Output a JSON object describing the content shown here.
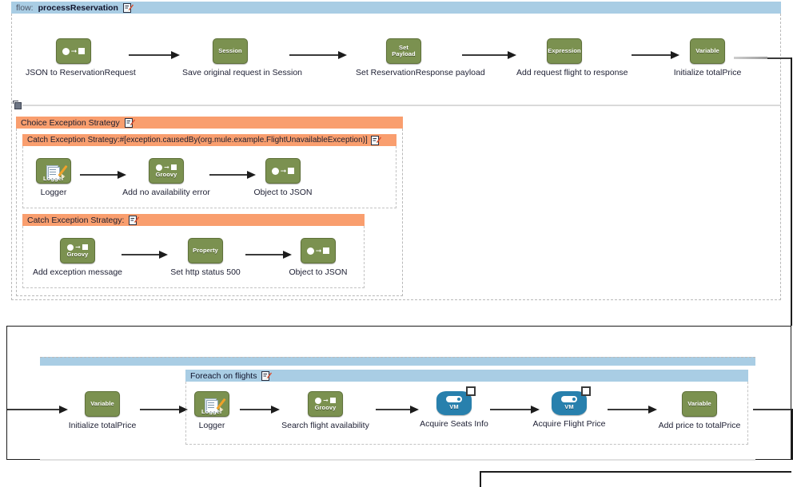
{
  "diagram": {
    "title": "processReservation",
    "flow": {
      "keyword": "flow:",
      "name": "processReservation",
      "edit_icon": "edit-pencil-icon"
    },
    "scopes": {
      "choice_exception_strategy": "Choice Exception Strategy",
      "catch_exception_strategy_1": "Catch Exception Strategy:#[exception.causedBy(org.mule.example.FlightUnavailableException)]",
      "catch_exception_strategy_2": "Catch Exception Strategy:",
      "foreach_on_flights": "Foreach on flights"
    },
    "main_flow": [
      {
        "badge": "",
        "badge2": "",
        "glyph": "transformer",
        "color": "#7b9150",
        "label": "JSON to ReservationRequest"
      },
      {
        "badge": "Session",
        "badge2": "",
        "glyph": "text",
        "color": "#7b9150",
        "label": "Save original request in Session"
      },
      {
        "badge": "Set",
        "badge2": "Payload",
        "glyph": "text",
        "color": "#7b9150",
        "label": "Set ReservationResponse payload"
      },
      {
        "badge": "Expression",
        "badge2": "",
        "glyph": "text",
        "color": "#7b9150",
        "label": "Add request flight to response"
      },
      {
        "badge": "Variable",
        "badge2": "",
        "glyph": "text",
        "color": "#7b9150",
        "label": "Initialize totalPrice"
      }
    ],
    "catch_1_nodes": [
      {
        "badge": "Logger",
        "glyph": "logger",
        "color": "#7b9150",
        "label": "Logger"
      },
      {
        "badge": "Groovy",
        "glyph": "transformer",
        "color": "#7b9150",
        "label": "Add no availability error"
      },
      {
        "badge": "",
        "glyph": "transformer",
        "color": "#7b9150",
        "label": "Object to JSON"
      }
    ],
    "catch_2_nodes": [
      {
        "badge": "Groovy",
        "glyph": "transformer",
        "color": "#7b9150",
        "label": "Add exception message"
      },
      {
        "badge": "Property",
        "glyph": "text",
        "color": "#7b9150",
        "label": "Set http status 500"
      },
      {
        "badge": "",
        "glyph": "transformer",
        "color": "#7b9150",
        "label": "Object to JSON"
      }
    ],
    "row2_nodes": [
      {
        "badge": "Variable",
        "glyph": "text",
        "color": "#7b9150",
        "label": "Initialize totalPrice"
      },
      {
        "badge": "Logger",
        "glyph": "logger",
        "color": "#7b9150",
        "label": "Logger"
      },
      {
        "badge": "Groovy",
        "glyph": "transformer",
        "color": "#7b9150",
        "label": "Search flight availability"
      },
      {
        "badge": "VM",
        "glyph": "vm",
        "color": "#2880ad",
        "label": "Acquire Seats Info"
      },
      {
        "badge": "VM",
        "glyph": "vm",
        "color": "#2880ad",
        "label": "Acquire Flight Price"
      },
      {
        "badge": "Variable",
        "glyph": "text",
        "color": "#7b9150",
        "label": "Add price to totalPrice"
      }
    ],
    "colors": {
      "flow_header_blue": "#a9cde4",
      "exception_header_orange": "#f99e6e",
      "node_green": "#7b9150",
      "node_blue": "#2880ad",
      "canvas_background": "#ffffff",
      "connector": "#1c1c1c",
      "dashed_border": "#b9b9b9"
    }
  }
}
